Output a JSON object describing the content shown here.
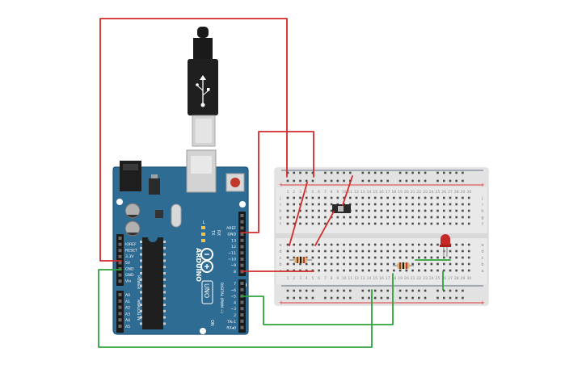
{
  "arduino": {
    "logo_text": "ARDUINO",
    "model_text": "UNO",
    "on_label": "ON",
    "tx_label": "TX",
    "rx_label": "RX",
    "l_label": "L",
    "power_label": "POWER",
    "analog_label": "ANALOG IN",
    "digital_label": "DIGITAL (PWM ~)",
    "power_pins": [
      "IOREF",
      "RESET",
      "3.3V",
      "5V",
      "GND",
      "GND",
      "Vin"
    ],
    "analog_pins": [
      "A0",
      "A1",
      "A2",
      "A3",
      "A4",
      "A5"
    ],
    "top_header_pins": [
      "AREF",
      "GND",
      "13",
      "12",
      "~11",
      "~10",
      "~9",
      "8"
    ],
    "bottom_header_pins": [
      "7",
      "~6",
      "~5",
      "4",
      "~3",
      "2",
      "TX▹1",
      "RX◂0"
    ]
  },
  "breadboard": {
    "column_numbers": [
      "1",
      "2",
      "3",
      "4",
      "5",
      "6",
      "7",
      "8",
      "9",
      "10",
      "11",
      "12",
      "13",
      "14",
      "15",
      "16",
      "17",
      "18",
      "19",
      "20",
      "21",
      "22",
      "23",
      "24",
      "25",
      "26",
      "27",
      "28",
      "29",
      "30"
    ],
    "row_letters_top": [
      "j",
      "i",
      "h",
      "g",
      "f"
    ],
    "row_letters_bottom": [
      "e",
      "d",
      "c",
      "b",
      "a"
    ],
    "rail_plus": "+",
    "rail_minus": "-"
  },
  "colors": {
    "board": "#2f6c94",
    "board_edge": "#1f5278",
    "wire_red": "#d22b2b",
    "wire_green": "#2ea43a",
    "breadboard": "#e9e9e9",
    "rail_red": "#e23b3b",
    "rail_blue": "#5d6f87",
    "led": "#c62828"
  },
  "icons": [
    "usb-plug-icon",
    "usb-symbol-icon",
    "infinity-logo-icon",
    "reset-button-icon"
  ]
}
